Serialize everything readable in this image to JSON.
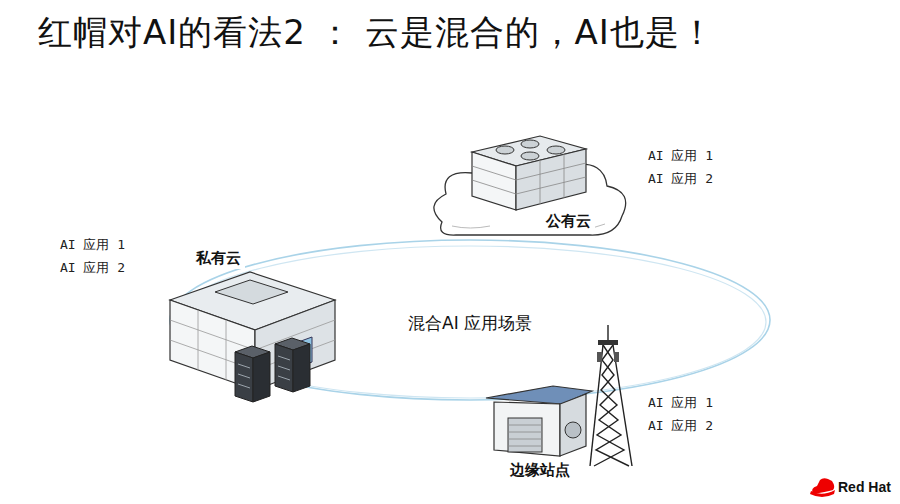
{
  "diagram": {
    "title": "红帽对AI的看法2 ： 云是混合的，AI也是！",
    "nodes": [
      {
        "text": [
          "公有云"
        ]
      },
      {
        "text": [
          "私有云"
        ]
      },
      {
        "text": [
          "混合AI 应用场景"
        ]
      },
      {
        "text": [
          "边缘站点"
        ]
      }
    ],
    "labels": [
      "AI 应用 1",
      "AI 应用 2",
      "AI 应用 1",
      "AI 应用 2",
      "AI 应用 1",
      "AI 应用 2",
      "Red Hat"
    ]
  }
}
